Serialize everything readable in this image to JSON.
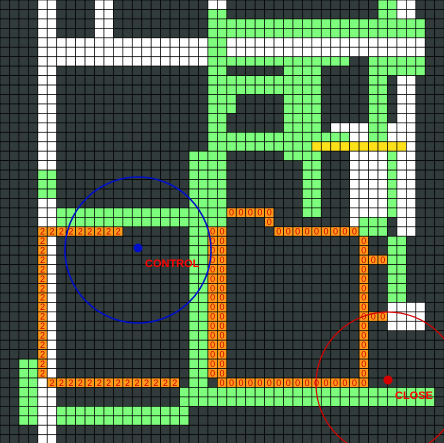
{
  "colors": {
    "wall": "#323b3b",
    "open": "#ffffff",
    "visited": "#7dff7d",
    "yellow": "#ffe11a",
    "grid": "#000000",
    "number_fill": "#ff9a1a",
    "number_text": "#cc0000",
    "label": "#ff0000",
    "blue": "#0010c8",
    "red": "#d40000"
  },
  "labels": {
    "blue_agent": "CONTROL",
    "red_agent": "CLOSE"
  },
  "zero_paths": [
    {
      "cells": [
        [
          24,
          22
        ],
        [
          25,
          22
        ],
        [
          26,
          22
        ],
        [
          27,
          22
        ],
        [
          28,
          22
        ]
      ],
      "digit": "0"
    },
    {
      "cells": [
        [
          28,
          23
        ],
        [
          29,
          24
        ],
        [
          30,
          24
        ],
        [
          31,
          24
        ],
        [
          32,
          24
        ],
        [
          33,
          24
        ],
        [
          34,
          24
        ],
        [
          35,
          24
        ],
        [
          36,
          24
        ],
        [
          37,
          24
        ]
      ],
      "digit": "0"
    },
    {
      "cells": [
        [
          22,
          24
        ],
        [
          22,
          25
        ],
        [
          22,
          26
        ],
        [
          22,
          27
        ],
        [
          22,
          28
        ],
        [
          22,
          29
        ],
        [
          22,
          30
        ],
        [
          22,
          31
        ],
        [
          22,
          32
        ],
        [
          22,
          33
        ],
        [
          22,
          34
        ],
        [
          22,
          35
        ],
        [
          22,
          36
        ],
        [
          22,
          37
        ],
        [
          22,
          38
        ],
        [
          22,
          39
        ]
      ],
      "digit": "0"
    },
    {
      "cells": [
        [
          23,
          24
        ],
        [
          23,
          25
        ],
        [
          23,
          26
        ],
        [
          23,
          27
        ],
        [
          23,
          28
        ],
        [
          23,
          29
        ],
        [
          23,
          30
        ],
        [
          23,
          31
        ],
        [
          23,
          32
        ],
        [
          23,
          33
        ],
        [
          23,
          34
        ],
        [
          23,
          35
        ],
        [
          23,
          36
        ],
        [
          23,
          37
        ],
        [
          23,
          38
        ],
        [
          23,
          39
        ]
      ],
      "digit": "0"
    },
    {
      "cells": [
        [
          23,
          40
        ],
        [
          24,
          40
        ],
        [
          25,
          40
        ],
        [
          26,
          40
        ],
        [
          27,
          40
        ],
        [
          28,
          40
        ],
        [
          29,
          40
        ],
        [
          30,
          40
        ],
        [
          31,
          40
        ],
        [
          32,
          40
        ],
        [
          33,
          40
        ],
        [
          34,
          40
        ],
        [
          35,
          40
        ],
        [
          36,
          40
        ],
        [
          37,
          40
        ],
        [
          38,
          40
        ]
      ],
      "digit": "0"
    },
    {
      "cells": [
        [
          38,
          25
        ],
        [
          38,
          26
        ],
        [
          38,
          27
        ],
        [
          38,
          28
        ],
        [
          38,
          29
        ],
        [
          38,
          30
        ],
        [
          38,
          31
        ],
        [
          38,
          32
        ],
        [
          38,
          33
        ],
        [
          38,
          34
        ],
        [
          38,
          35
        ],
        [
          38,
          36
        ],
        [
          38,
          37
        ],
        [
          38,
          38
        ],
        [
          38,
          39
        ]
      ],
      "digit": "0"
    },
    {
      "cells": [
        [
          39,
          27
        ],
        [
          40,
          27
        ],
        [
          39,
          33
        ],
        [
          40,
          33
        ]
      ],
      "digit": "0"
    }
  ],
  "two_paths": [
    {
      "cells": [
        [
          4,
          24
        ],
        [
          5,
          24
        ],
        [
          6,
          24
        ],
        [
          7,
          24
        ],
        [
          8,
          24
        ],
        [
          9,
          24
        ],
        [
          10,
          24
        ],
        [
          11,
          24
        ],
        [
          12,
          24
        ]
      ],
      "digit": "2"
    },
    {
      "cells": [
        [
          4,
          25
        ],
        [
          4,
          26
        ],
        [
          4,
          27
        ],
        [
          4,
          28
        ],
        [
          4,
          29
        ],
        [
          4,
          30
        ],
        [
          4,
          31
        ],
        [
          4,
          32
        ],
        [
          4,
          33
        ],
        [
          4,
          34
        ],
        [
          4,
          35
        ],
        [
          4,
          36
        ],
        [
          4,
          37
        ],
        [
          4,
          38
        ],
        [
          4,
          39
        ]
      ],
      "digit": "2"
    },
    {
      "cells": [
        [
          5,
          40
        ],
        [
          6,
          40
        ],
        [
          7,
          40
        ],
        [
          8,
          40
        ],
        [
          9,
          40
        ],
        [
          10,
          40
        ],
        [
          11,
          40
        ],
        [
          12,
          40
        ],
        [
          13,
          40
        ],
        [
          14,
          40
        ],
        [
          15,
          40
        ],
        [
          16,
          40
        ],
        [
          17,
          40
        ],
        [
          18,
          40
        ]
      ],
      "digit": "2"
    }
  ]
}
